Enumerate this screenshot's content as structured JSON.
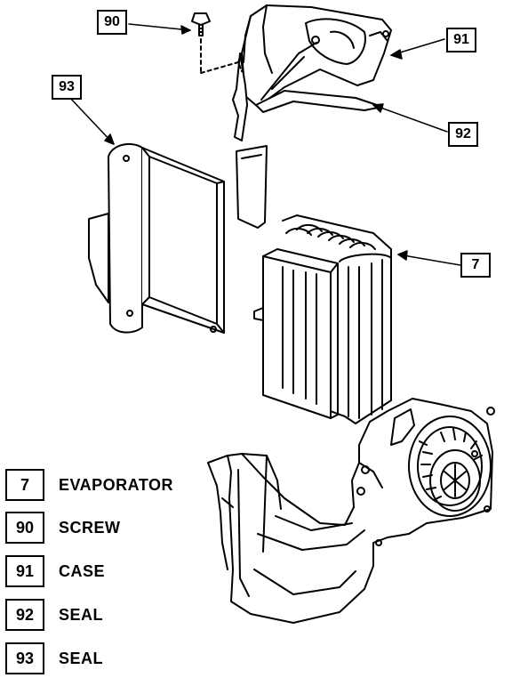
{
  "callouts": {
    "c90": "90",
    "c91": "91",
    "c92": "92",
    "c93": "93",
    "c7": "7"
  },
  "legend": [
    {
      "number": "7",
      "label": "EVAPORATOR"
    },
    {
      "number": "90",
      "label": "SCREW"
    },
    {
      "number": "91",
      "label": "CASE"
    },
    {
      "number": "92",
      "label": "SEAL"
    },
    {
      "number": "93",
      "label": "SEAL"
    }
  ]
}
